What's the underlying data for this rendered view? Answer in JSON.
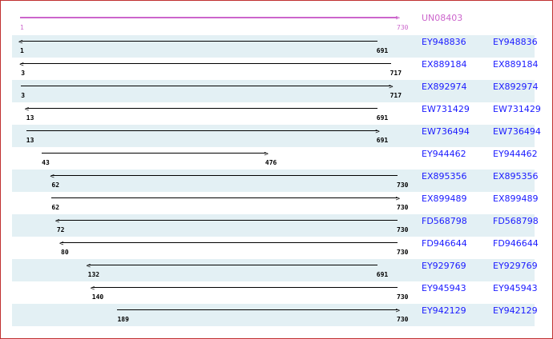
{
  "query": {
    "id": "UN08403",
    "start": 1,
    "end": 730,
    "color": "#cc66cc"
  },
  "hits": [
    {
      "id": "EY948836",
      "start": 1,
      "end": 691,
      "dir": "left"
    },
    {
      "id": "EX889184",
      "start": 3,
      "end": 717,
      "dir": "left"
    },
    {
      "id": "EX892974",
      "start": 3,
      "end": 717,
      "dir": "right"
    },
    {
      "id": "EW731429",
      "start": 13,
      "end": 691,
      "dir": "left"
    },
    {
      "id": "EW736494",
      "start": 13,
      "end": 691,
      "dir": "right"
    },
    {
      "id": "EY944462",
      "start": 43,
      "end": 476,
      "dir": "right"
    },
    {
      "id": "EX895356",
      "start": 62,
      "end": 730,
      "dir": "left"
    },
    {
      "id": "EX899489",
      "start": 62,
      "end": 730,
      "dir": "right"
    },
    {
      "id": "FD568798",
      "start": 72,
      "end": 730,
      "dir": "left"
    },
    {
      "id": "FD946644",
      "start": 80,
      "end": 730,
      "dir": "left"
    },
    {
      "id": "EY929769",
      "start": 132,
      "end": 691,
      "dir": "left"
    },
    {
      "id": "EY945943",
      "start": 140,
      "end": 730,
      "dir": "left"
    },
    {
      "id": "EY942129",
      "start": 189,
      "end": 730,
      "dir": "right"
    }
  ]
}
